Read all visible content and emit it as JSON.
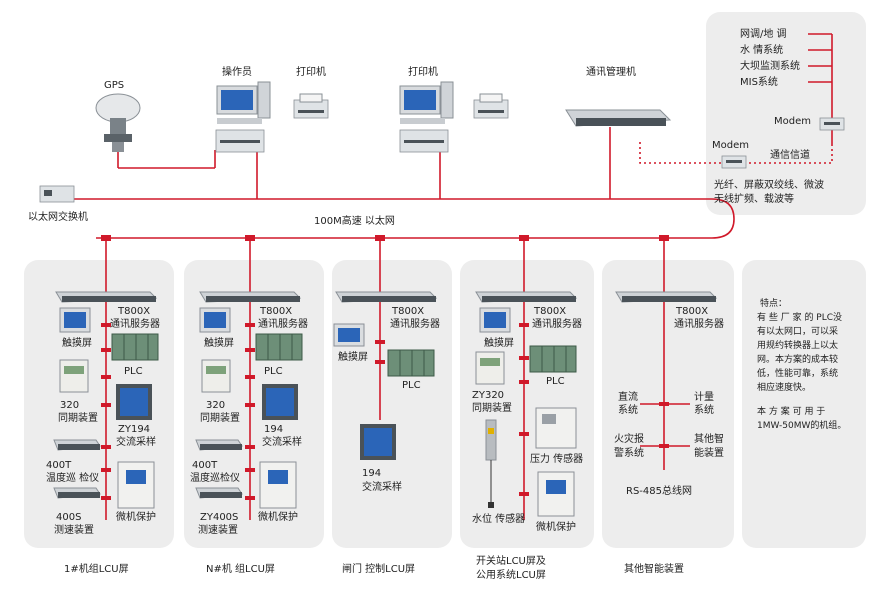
{
  "top": {
    "gps": "GPS",
    "operator": "操作员",
    "printer1": "打印机",
    "printer2": "打印机",
    "comm_manager": "通讯管理机",
    "ethernet_switch": "以太网交换机",
    "network": "100M高速 以太网"
  },
  "remote": {
    "items": [
      "网调/地 调",
      "水 情系统",
      "大坝监测系统",
      "MIS系统"
    ],
    "modem_top": "Modem",
    "modem_left": "Modem",
    "channel": "通信信道",
    "media_line1": "光纤、屏蔽双绞线、微波",
    "media_line2": "无线扩频、载波等"
  },
  "panels": {
    "p1": {
      "server_line1": "T800X",
      "server_line2": "通讯服务器",
      "touch": "触摸屏",
      "plc": "PLC",
      "sync_line1": "320",
      "sync_line2": "同期装置",
      "ac_line1": "ZY194",
      "ac_line2": "交流采样",
      "temp_line1": "400T",
      "temp_line2": "温度巡 检仪",
      "speed_line1": "400S",
      "speed_line2": "测速装置",
      "protect": "微机保护",
      "caption": "1#机组LCU屏"
    },
    "p2": {
      "server_line1": "T800X",
      "server_line2": "通讯服务器",
      "touch": "触摸屏",
      "plc": "PLC",
      "sync_line1": "320",
      "sync_line2": "同期装置",
      "ac_line1": "194",
      "ac_line2": "交流采样",
      "temp_line1": "400T",
      "temp_line2": "温度巡检仪",
      "speed_line1": "ZY400S",
      "speed_line2": "测速装置",
      "protect": "微机保护",
      "caption": "N#机 组LCU屏"
    },
    "p3": {
      "server_line1": "T800X",
      "server_line2": "通讯服务器",
      "touch": "触摸屏",
      "plc": "PLC",
      "ac_line1": "194",
      "ac_line2": "交流采样",
      "caption": "闸门 控制LCU屏"
    },
    "p4": {
      "server_line1": "T800X",
      "server_line2": "通讯服务器",
      "touch": "触摸屏",
      "plc": "PLC",
      "sync_line1": "ZY320",
      "sync_line2": "同期装置",
      "pressure": "压力 传感器",
      "water": "水位 传感器",
      "protect": "微机保护",
      "caption_line1": "开关站LCU屏及",
      "caption_line2": "公用系统LCU屏"
    },
    "p5": {
      "server_line1": "T800X",
      "server_line2": "通讯服务器",
      "dc_line1": "直流",
      "dc_line2": "系统",
      "meter_line1": "计量",
      "meter_line2": "系统",
      "fire_line1": "火灾报",
      "fire_line2": "警系统",
      "other_line1": "其他智",
      "other_line2": "能装置",
      "rs485": "RS-485总线网",
      "caption": "其他智能装置"
    },
    "p6": {
      "lines": [
        "特点：",
        "有 些 厂 家 的 PLC没",
        "有以太网口，可以采",
        "用规约转换器上以太",
        "网。本方案的成本较",
        "低，性能可靠，系统",
        "相应速度快。",
        "",
        "本 方 案 可 用 于",
        "1MW-50MW的机组。"
      ]
    }
  },
  "colors": {
    "line": "#d0192a",
    "panel": "#ededed"
  }
}
